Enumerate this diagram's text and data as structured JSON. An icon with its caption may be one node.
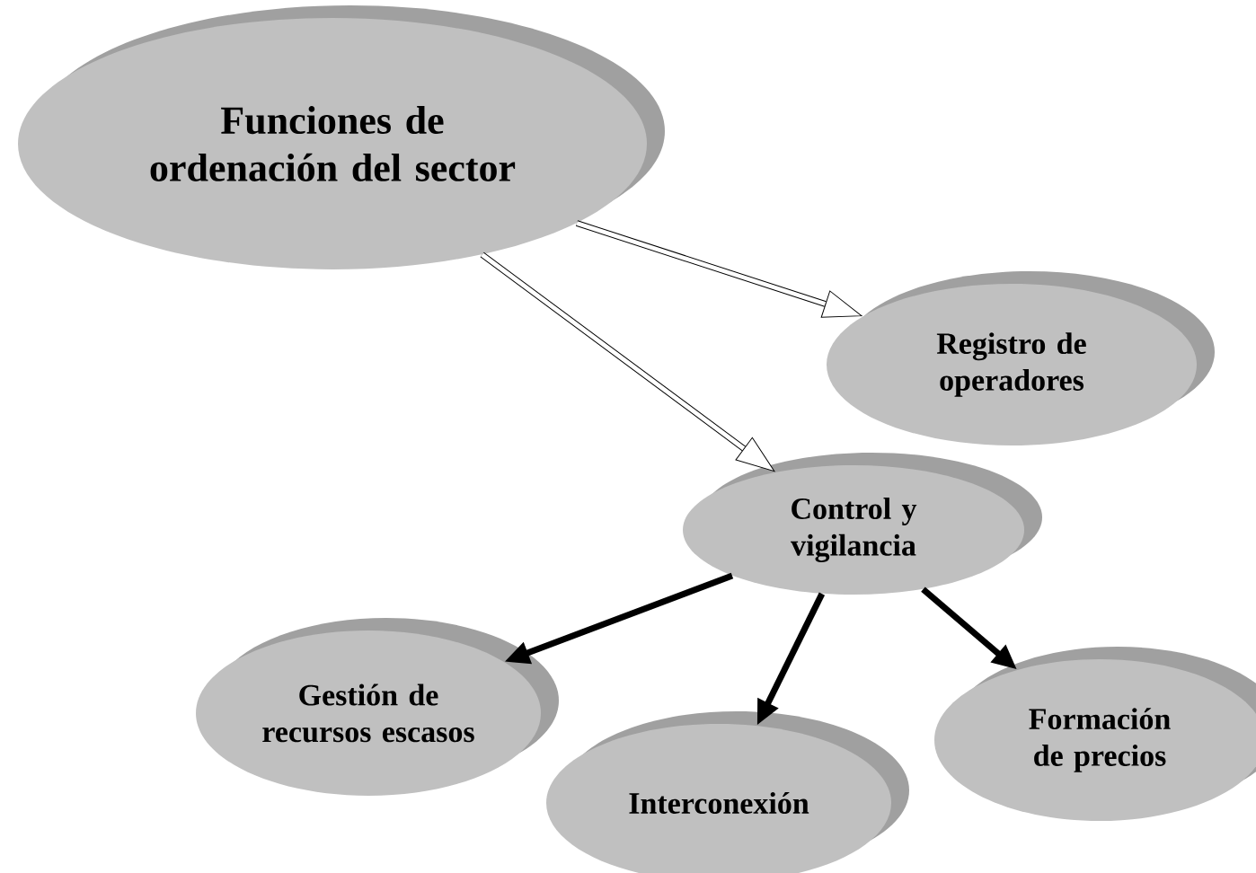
{
  "diagram": {
    "nodes": [
      {
        "text": [
          "Funciones de ordenación del sector"
        ]
      },
      {
        "text": [
          "Registro de operadores"
        ]
      },
      {
        "text": [
          "Control y vigilancia"
        ]
      },
      {
        "text": [
          "Gestión de recursos escasos"
        ]
      },
      {
        "text": [
          "Interconexión"
        ]
      },
      {
        "text": [
          "Formación de precios"
        ]
      }
    ],
    "edges": [
      {
        "from": 0,
        "to": 1,
        "arrow": "to"
      },
      {
        "from": 0,
        "to": 2,
        "arrow": "to"
      },
      {
        "from": 2,
        "to": 3,
        "arrow": "to"
      },
      {
        "from": 2,
        "to": 4,
        "arrow": "to"
      },
      {
        "from": 2,
        "to": 5,
        "arrow": "to"
      }
    ]
  }
}
